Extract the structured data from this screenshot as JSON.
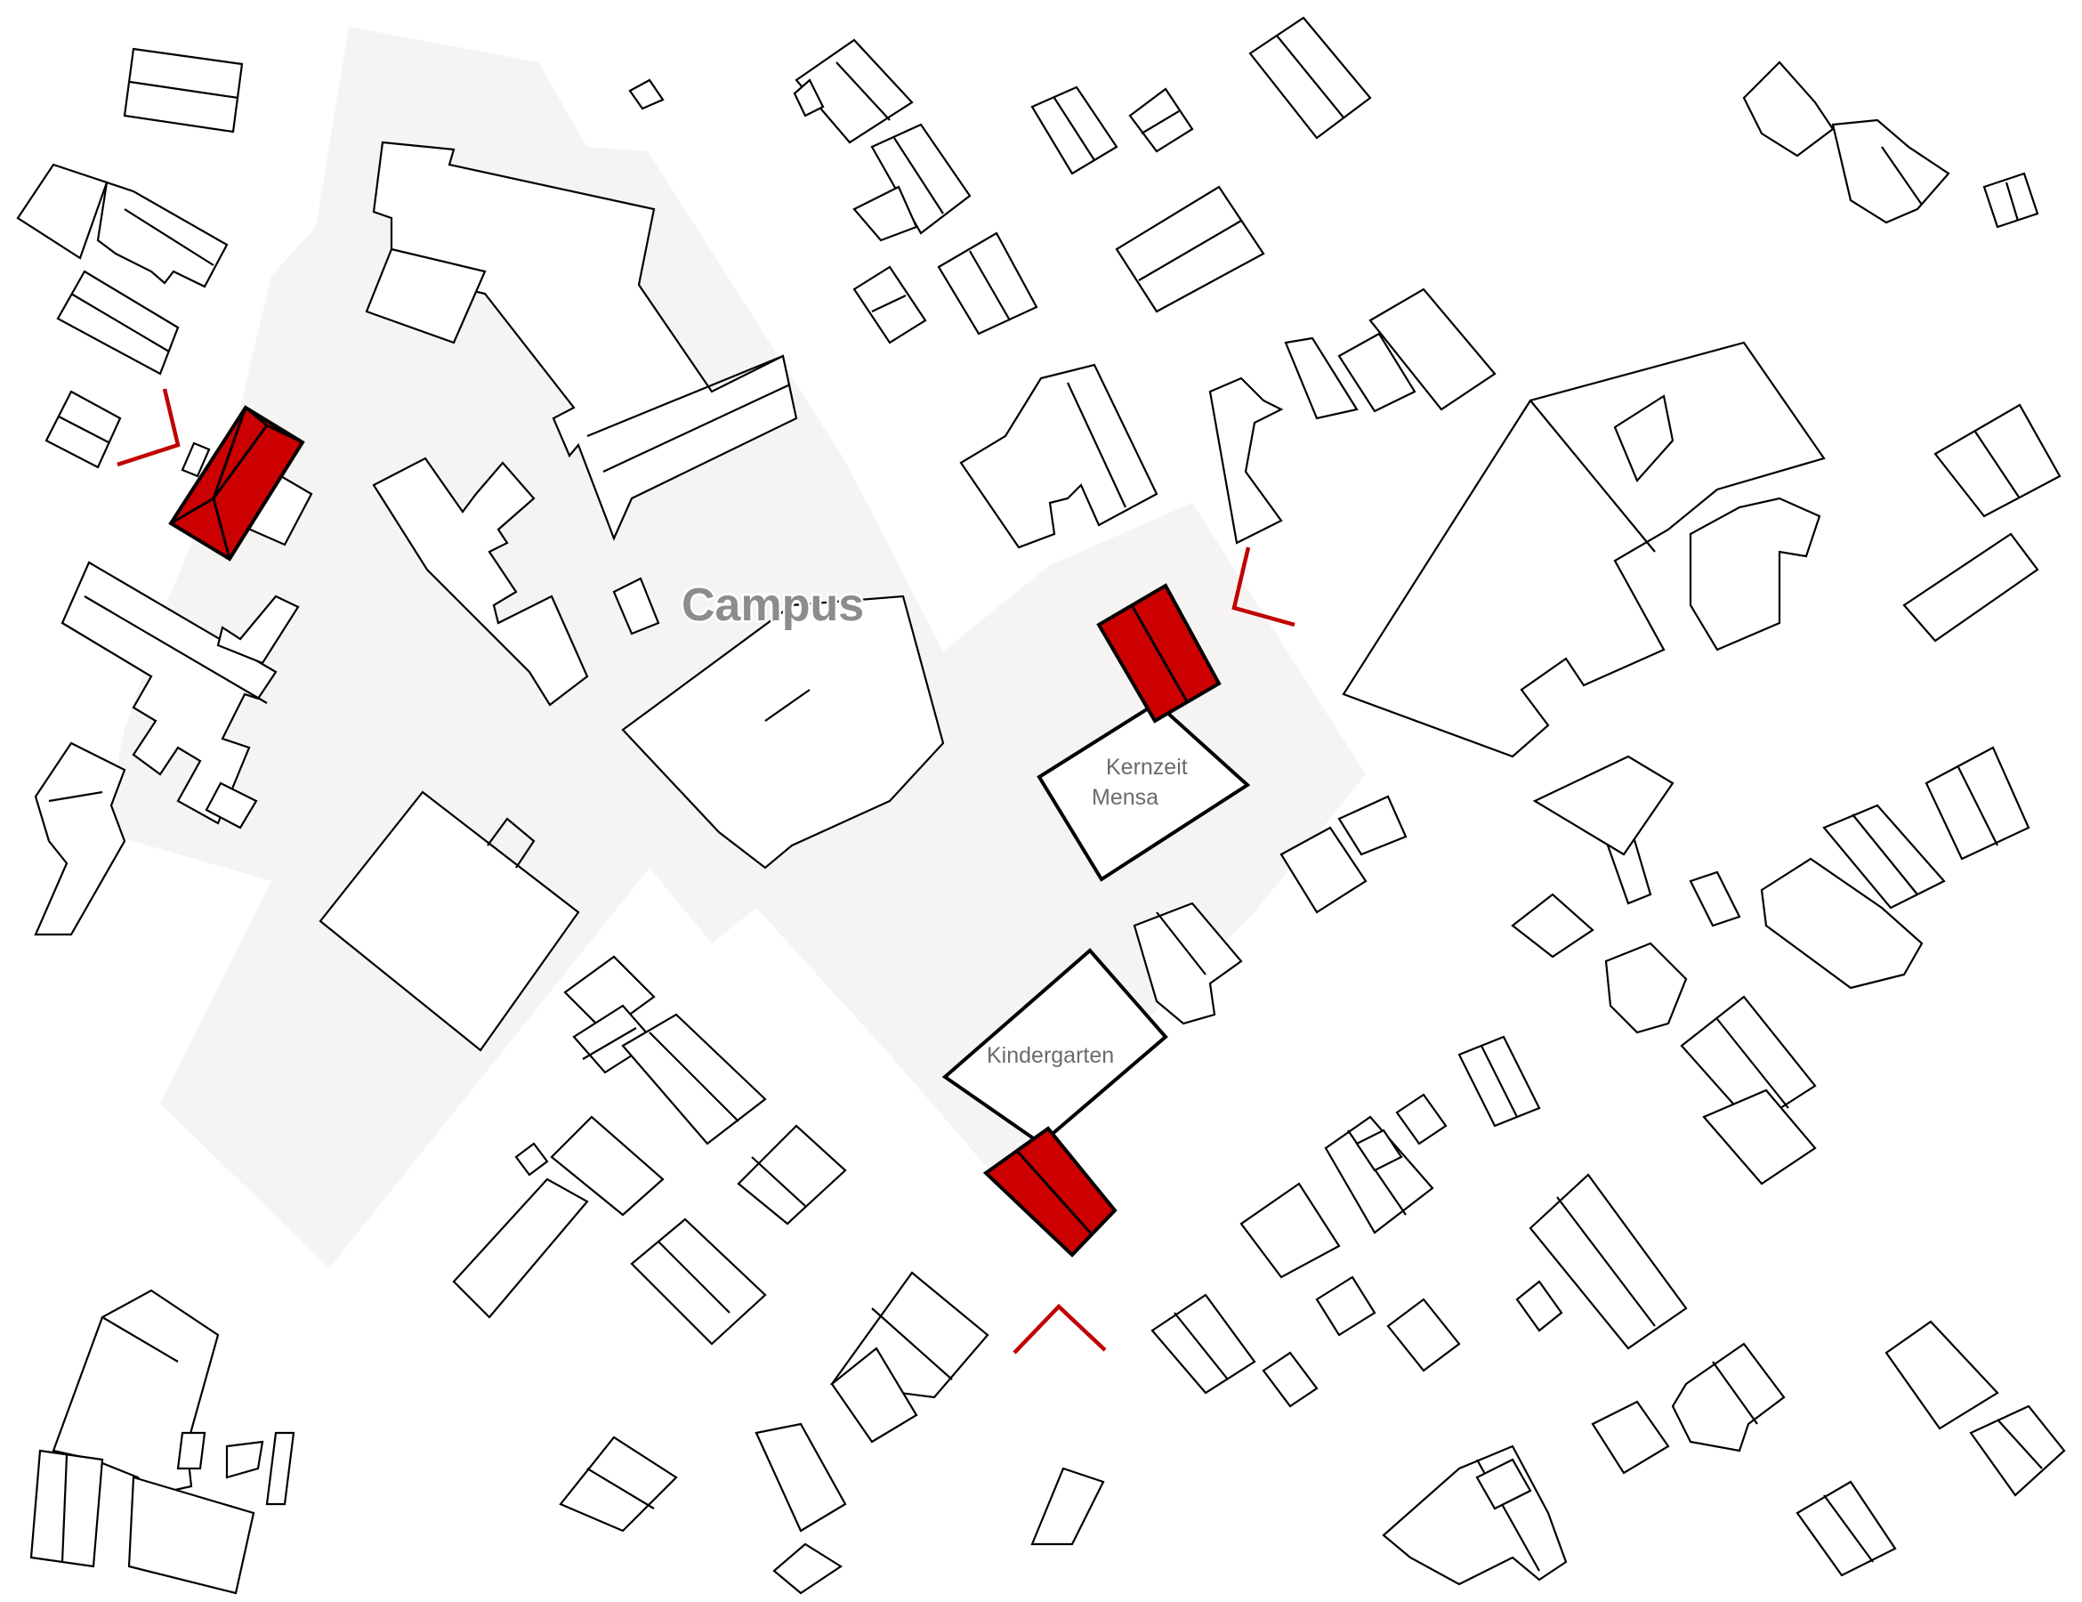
{
  "labels": {
    "campus": "Campus",
    "kernzeit": "Kernzeit",
    "mensa": "Mensa",
    "kindergarten": "Kindergarten"
  },
  "colors": {
    "campus_area": "#f5f4f2",
    "highlight": "#cc0000",
    "viewpoint": "#c00000",
    "label_gray": "#8c8c8c"
  }
}
